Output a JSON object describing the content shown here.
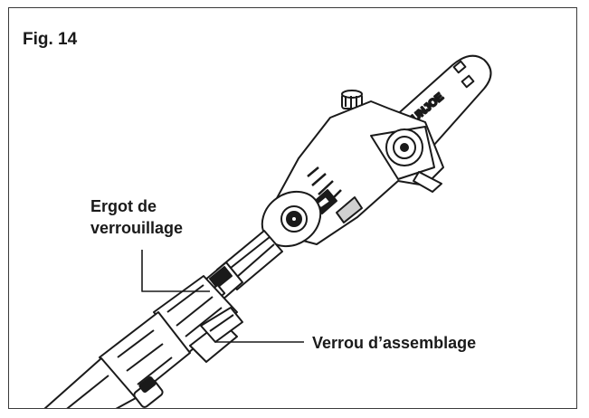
{
  "figure": {
    "title": "Fig. 14",
    "brand_text": "SUNJOE"
  },
  "callouts": {
    "locking_tab": {
      "line1": "Ergot de",
      "line2": "verrouillage"
    },
    "assembly_lock": {
      "label": "Verrou d’assemblage"
    }
  },
  "colors": {
    "ink": "#1a1a1a",
    "frame": "#3a3a3a",
    "tool_fill": "#ffffff",
    "shade": "#d0d0d0"
  }
}
